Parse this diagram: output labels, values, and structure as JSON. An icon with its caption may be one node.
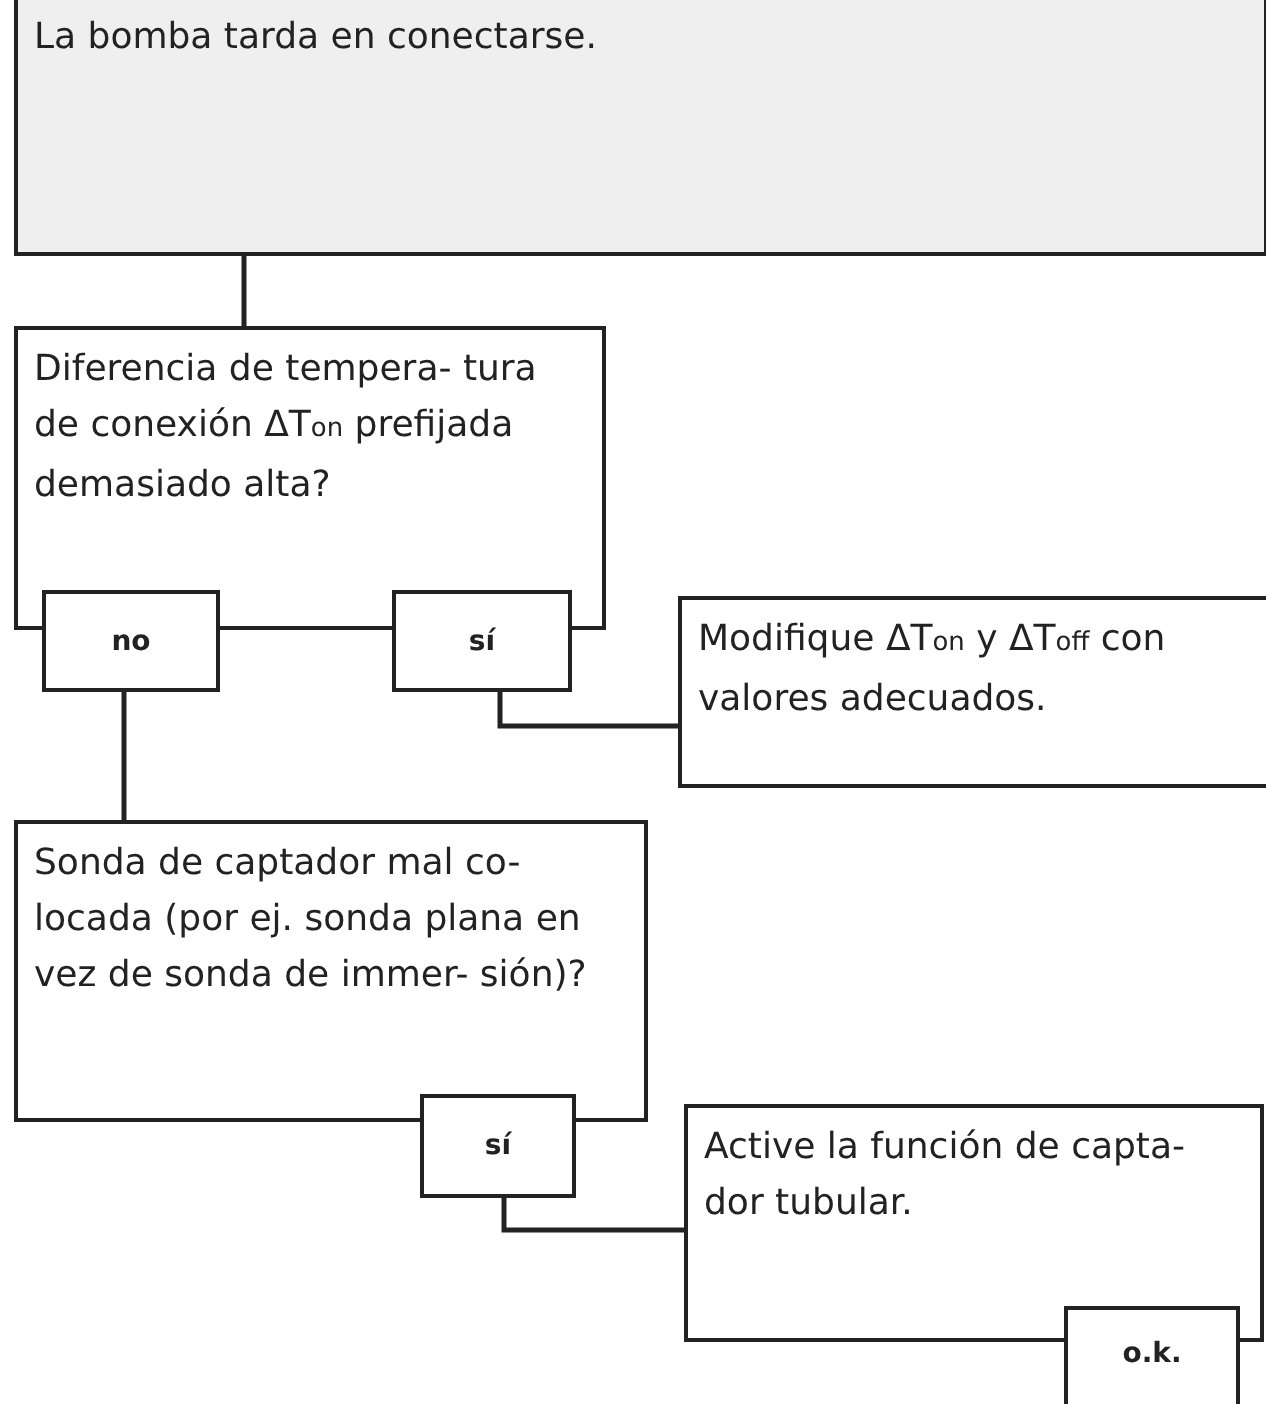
{
  "diagram": {
    "nodes": [
      {
        "text": [
          "La bomba tarda en conectarse."
        ]
      },
      {
        "text": [
          "Diferencia de tempera- tura de conexión ΔT$_{on}$ prefijada demasiado alta?"
        ]
      },
      {
        "text": [
          "no"
        ]
      },
      {
        "text": [
          "sí"
        ]
      },
      {
        "text": [
          "Modifique ΔT$_{on}$ y ΔT$_{off}$ con valores adecuados."
        ]
      },
      {
        "text": [
          "Sonda de captador mal co- locada (por ej. sonda plana en vez de sonda de immer- sión)?"
        ]
      },
      {
        "text": [
          "sí"
        ]
      },
      {
        "text": [
          "Active la función de capta- dor tubular."
        ]
      },
      {
        "text": [
          "o.k."
        ]
      }
    ],
    "edges": [
      {
        "from": 0,
        "to": 1,
        "arrow": "none"
      },
      {
        "from": 2,
        "to": 5,
        "arrow": "none"
      },
      {
        "from": 3,
        "to": 4,
        "arrow": "none"
      },
      {
        "from": 6,
        "to": 7,
        "arrow": "none"
      }
    ]
  }
}
